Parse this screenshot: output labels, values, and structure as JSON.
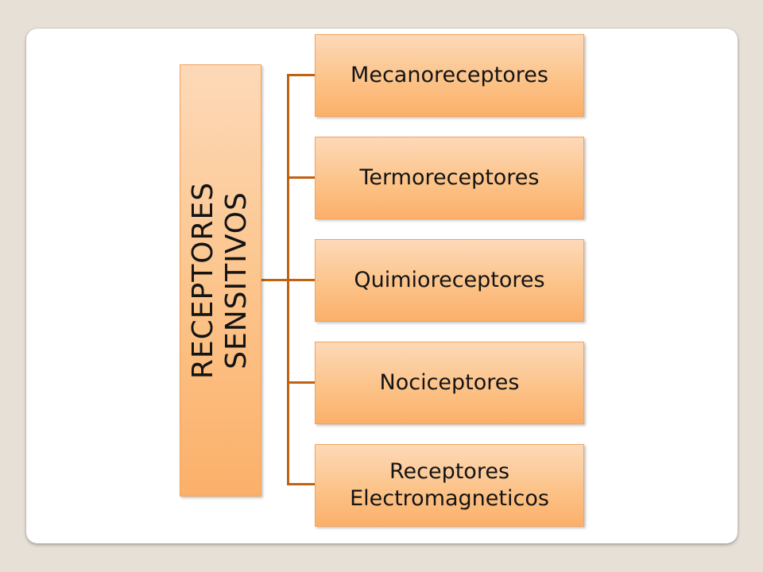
{
  "diagram": {
    "root": {
      "line1": "RECEPTORES",
      "line2": "SENSITIVOS"
    },
    "children": [
      {
        "line1": "Mecanoreceptores",
        "line2": ""
      },
      {
        "line1": "Termoreceptores",
        "line2": ""
      },
      {
        "line1": "Quimioreceptores",
        "line2": ""
      },
      {
        "line1": "Nociceptores",
        "line2": ""
      },
      {
        "line1": "Receptores",
        "line2": "Electromagneticos"
      }
    ],
    "colors": {
      "box_fill_top": "#fdd9b8",
      "box_fill_bottom": "#fbb06a",
      "connector": "#c0620f",
      "background": "#e7e0d7"
    }
  }
}
